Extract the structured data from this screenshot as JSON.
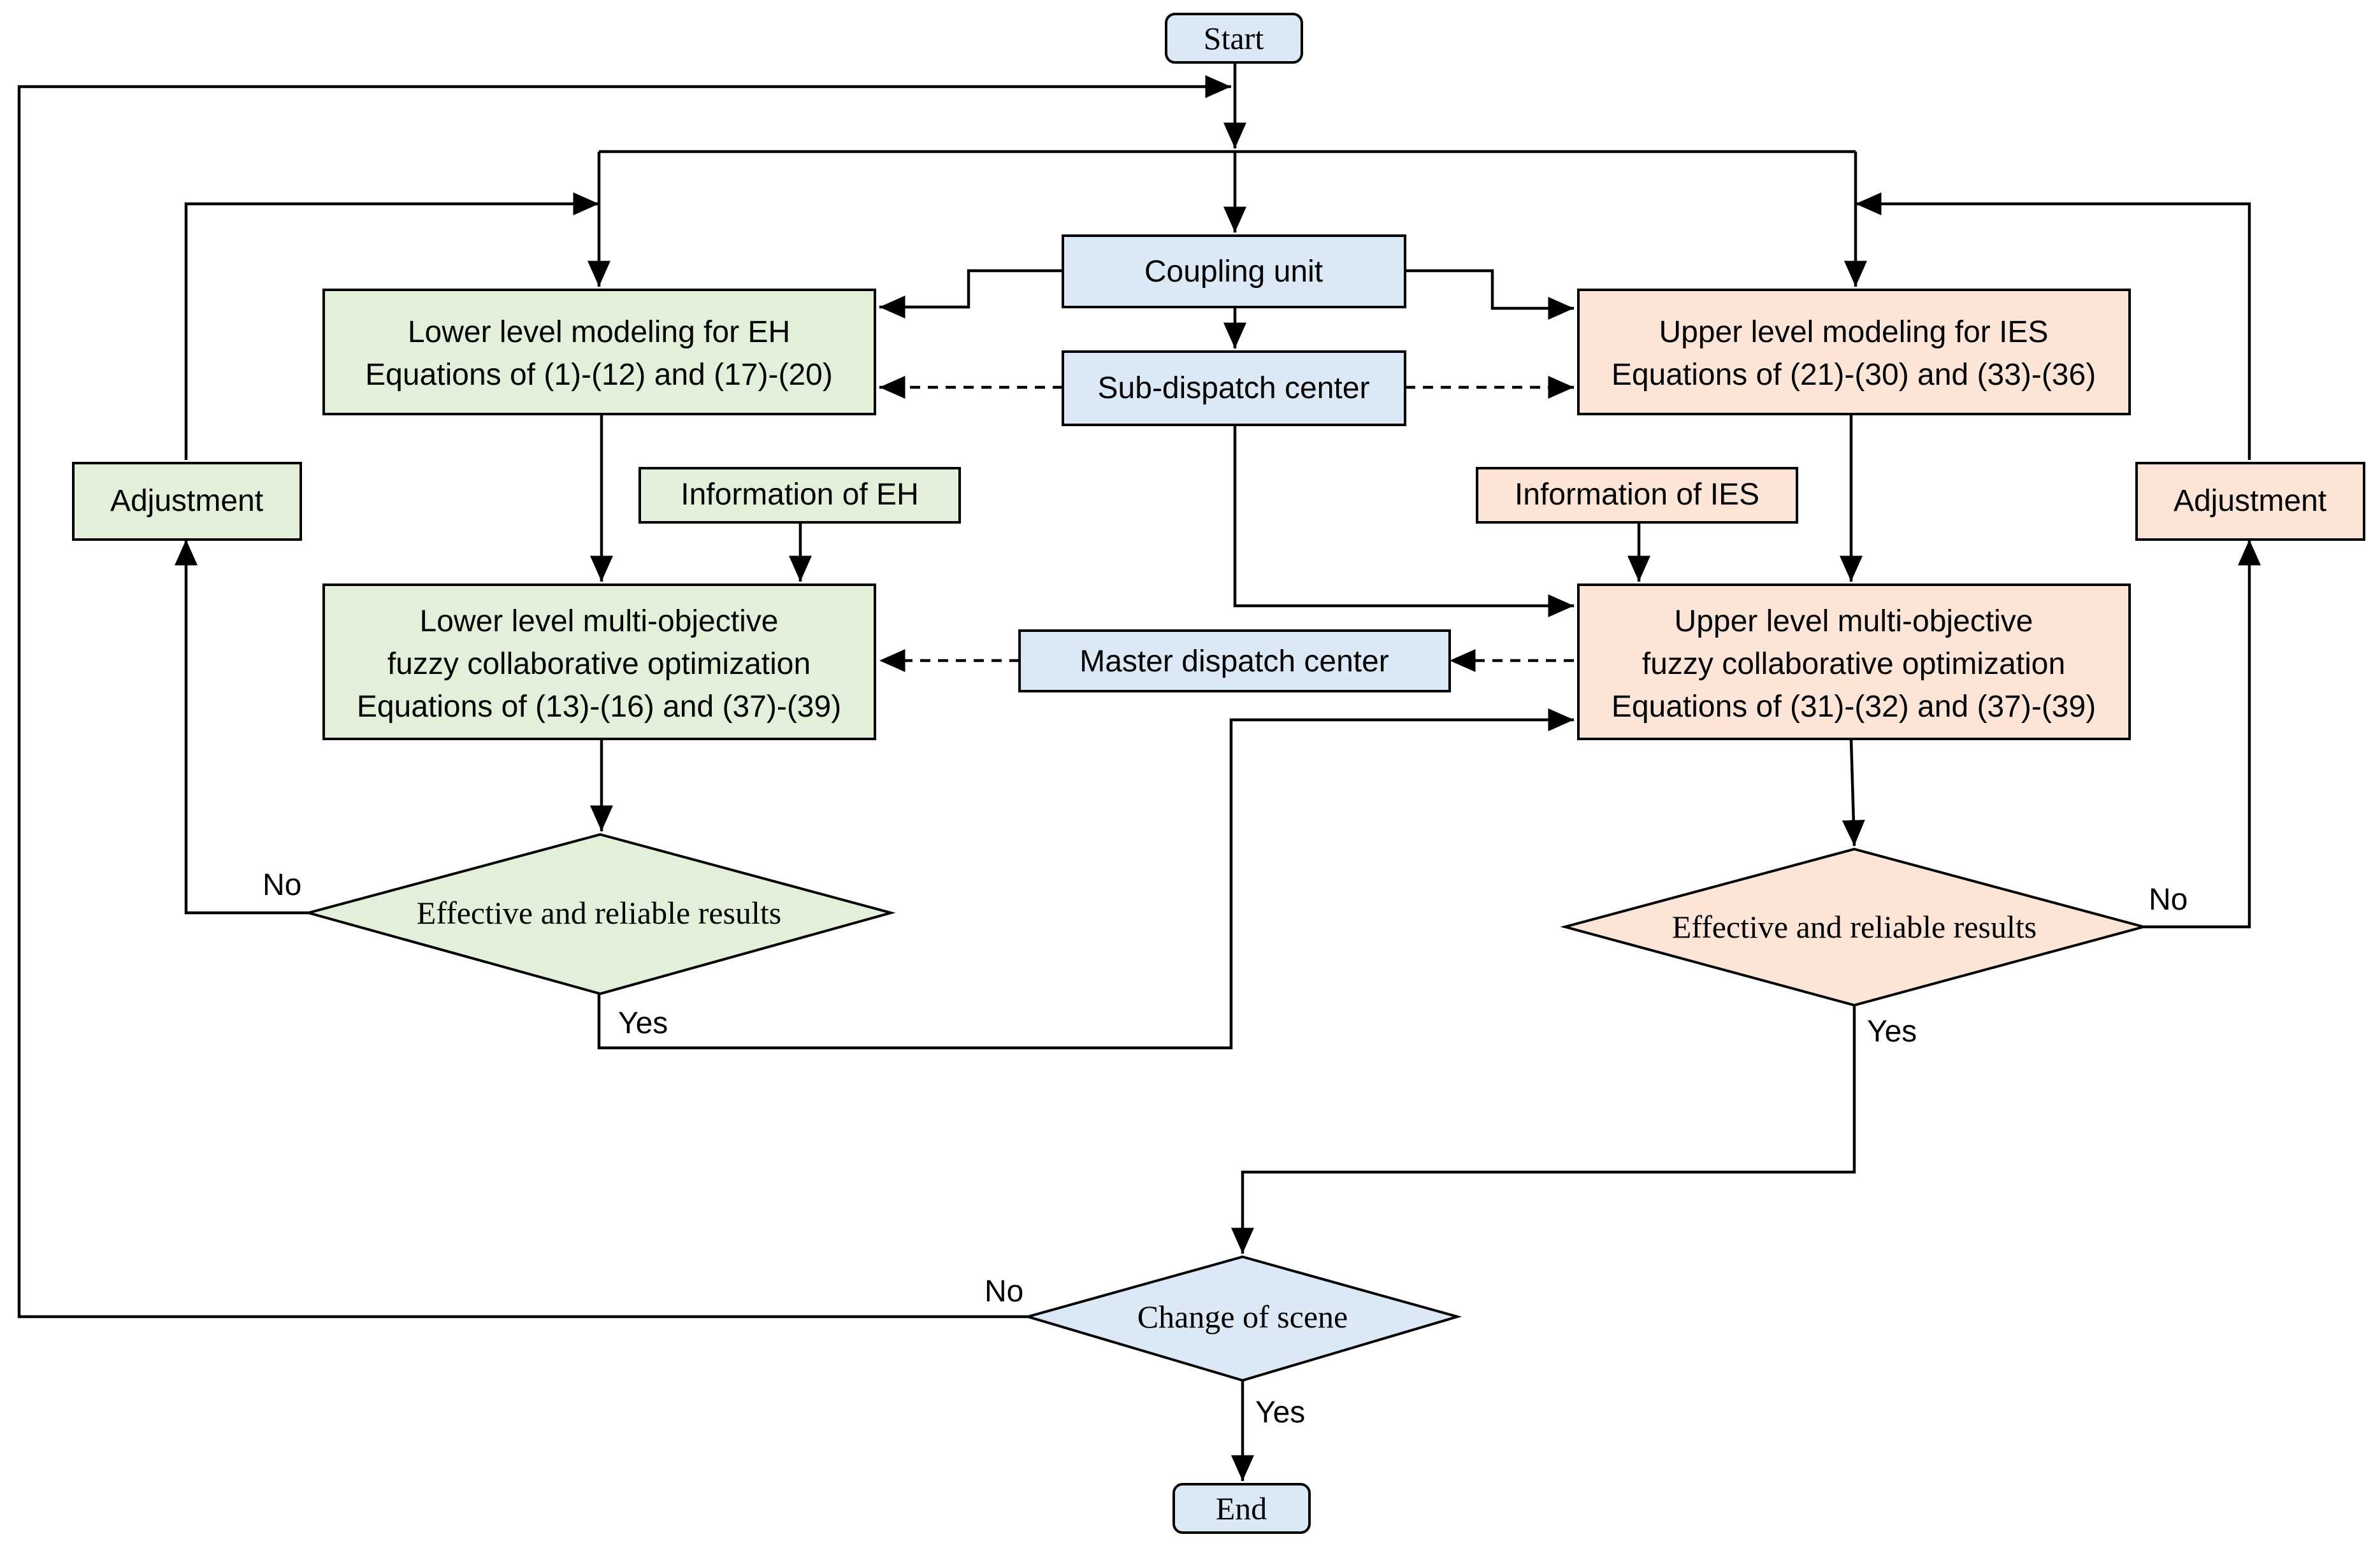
{
  "nodes": {
    "start": "Start",
    "end": "End",
    "coupling_unit": "Coupling unit",
    "sub_dispatch_center": "Sub-dispatch center",
    "master_dispatch_center": "Master dispatch center",
    "lower_modeling": {
      "line1": "Lower level modeling for EH",
      "line2": "Equations of (1)-(12) and (17)-(20)"
    },
    "upper_modeling": {
      "line1": "Upper level modeling for IES",
      "line2": "Equations of (21)-(30) and (33)-(36)"
    },
    "info_eh": "Information of EH",
    "info_ies": "Information of IES",
    "adjustment_left": "Adjustment",
    "adjustment_right": "Adjustment",
    "lower_optimization": {
      "line1": "Lower level multi-objective",
      "line2": "fuzzy collaborative optimization",
      "line3": "Equations of (13)-(16) and (37)-(39)"
    },
    "upper_optimization": {
      "line1": "Upper level multi-objective",
      "line2": "fuzzy collaborative optimization",
      "line3": "Equations of (31)-(32) and (37)-(39)"
    },
    "decision_left": "Effective and reliable results",
    "decision_right": "Effective and reliable results",
    "decision_scene": "Change of scene"
  },
  "edge_labels": {
    "left_no": "No",
    "left_yes": "Yes",
    "right_no": "No",
    "right_yes": "Yes",
    "scene_no": "No",
    "scene_yes": "Yes"
  },
  "colors": {
    "blue_fill": "#dbe9f6",
    "green_fill": "#e2f0d9",
    "orange_fill": "#fce4d6",
    "stroke": "#000000"
  }
}
